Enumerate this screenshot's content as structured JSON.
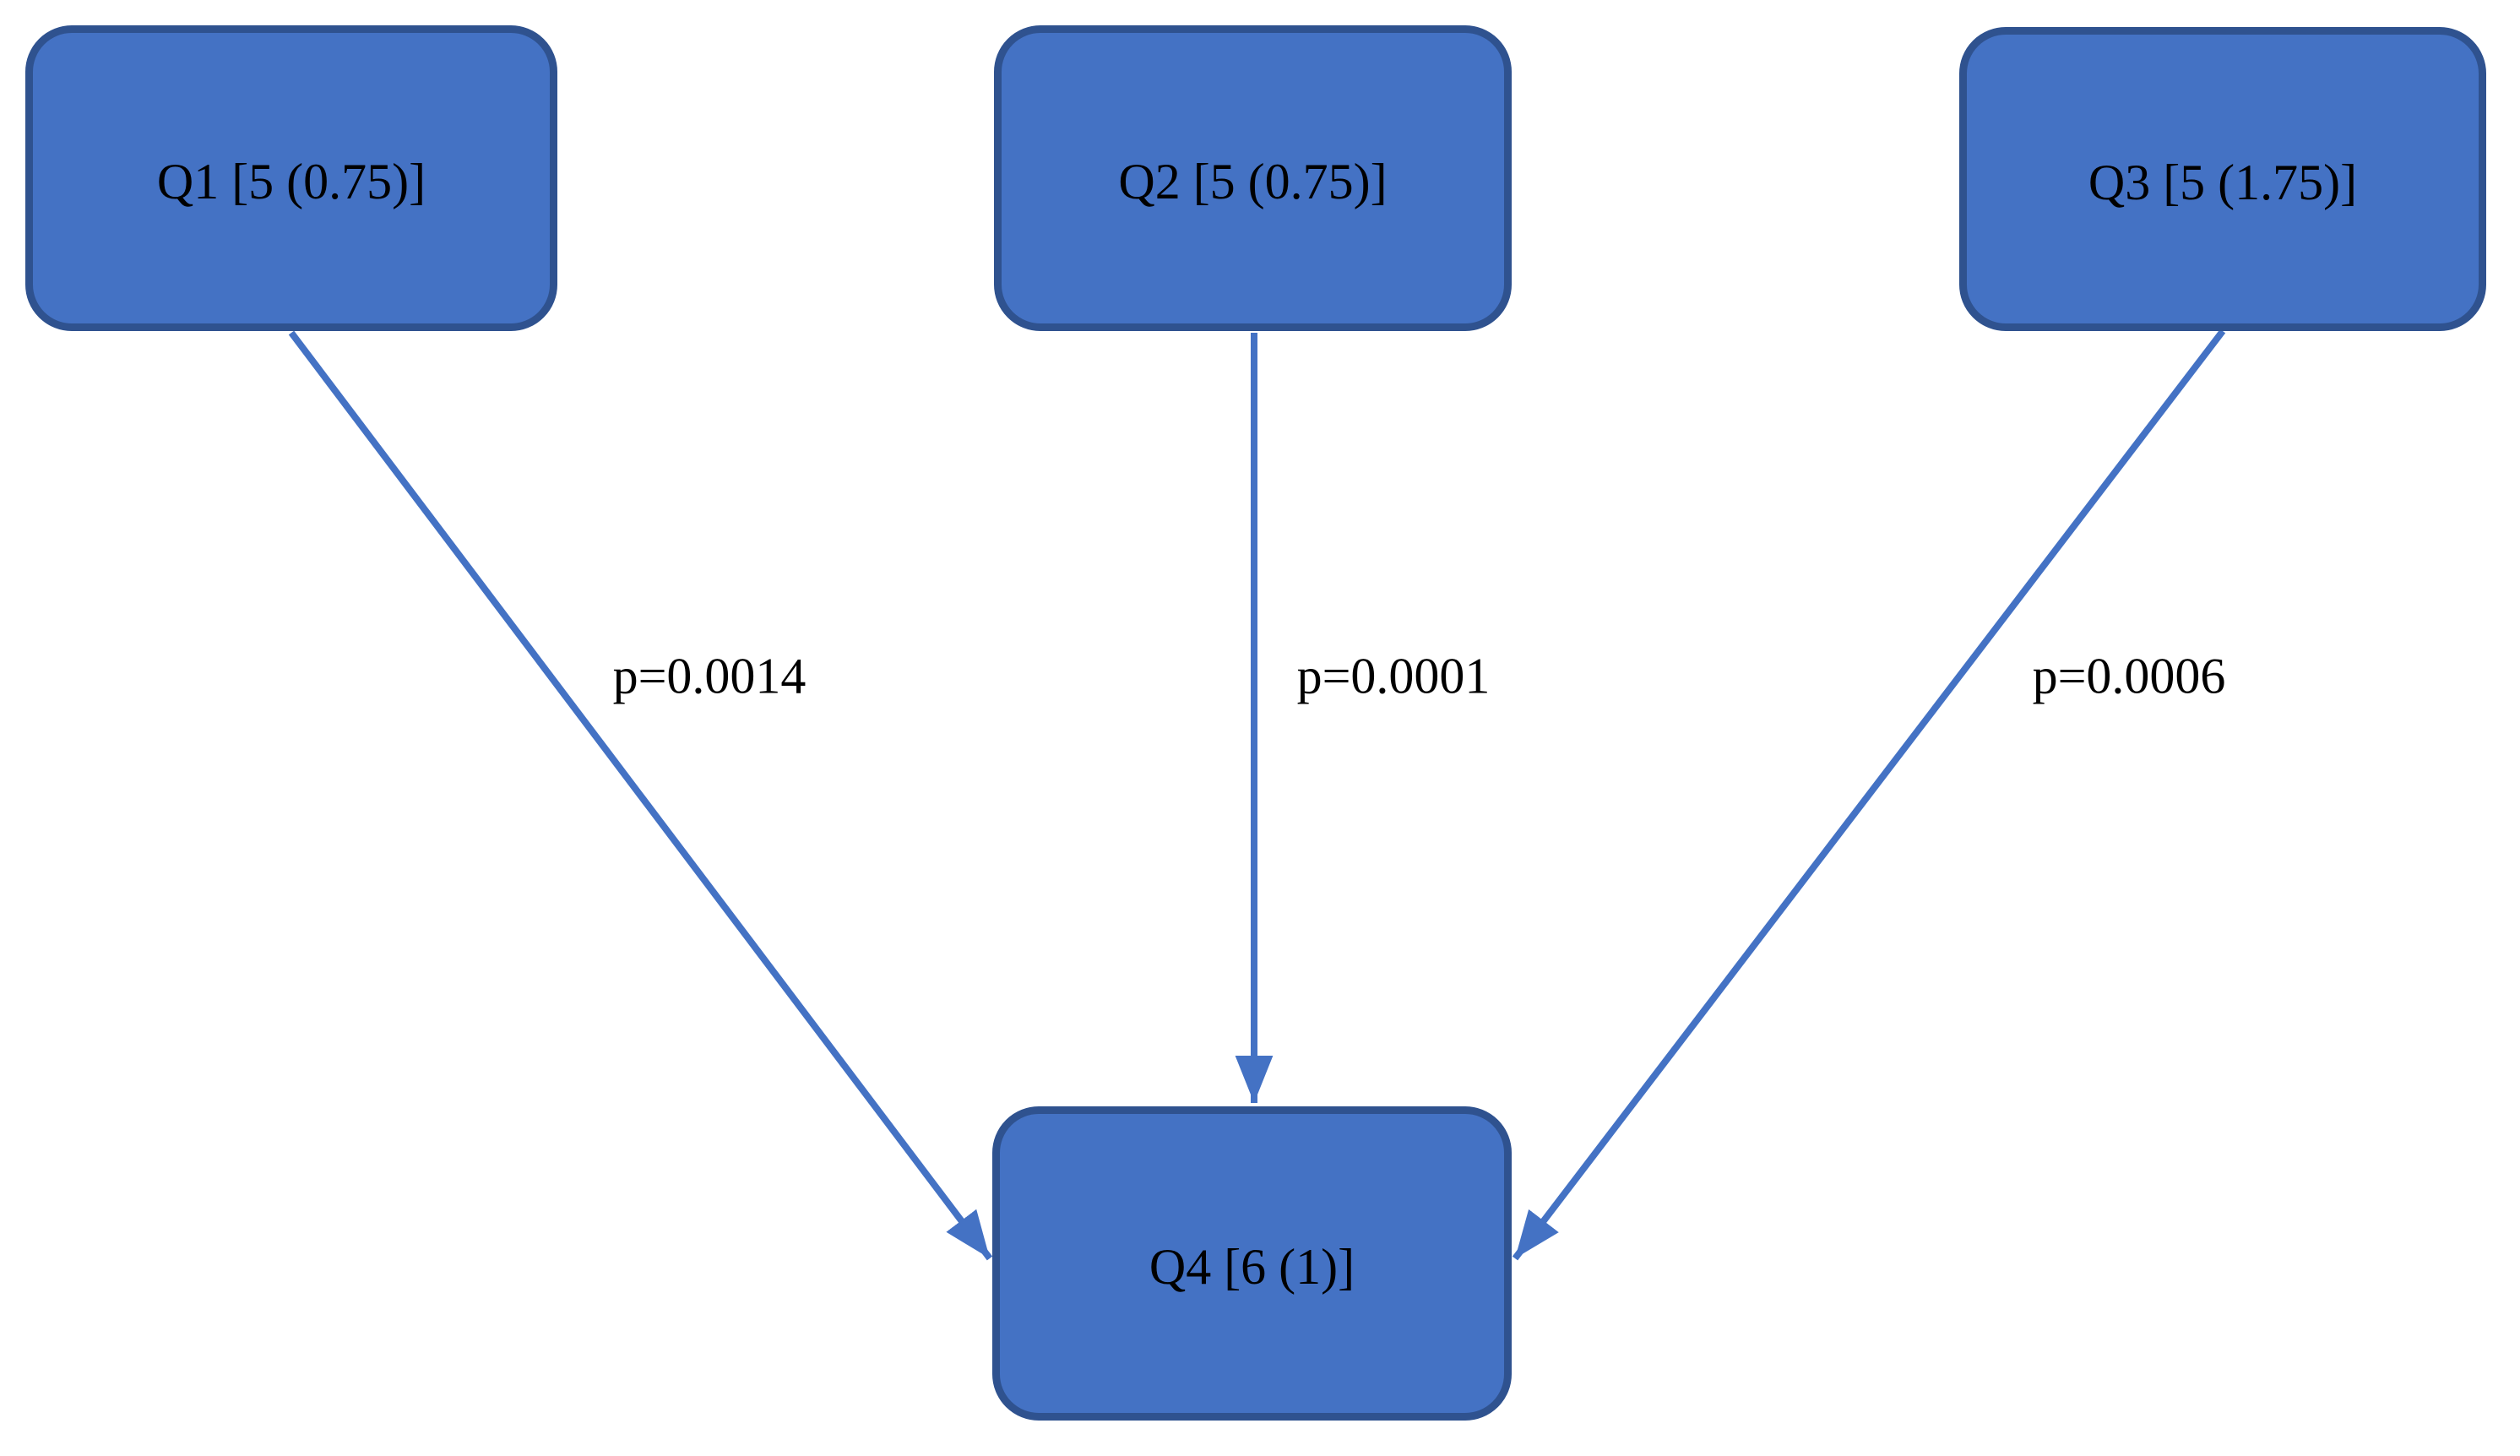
{
  "diagram": {
    "title": "",
    "colors": {
      "node_fill": "#4472c4",
      "node_border": "#2f528f",
      "arrow": "#4472c4",
      "text": "#000000",
      "background": "#ffffff"
    },
    "nodes": [
      {
        "id": "q1",
        "label": "Q1 [5 (0.75)]"
      },
      {
        "id": "q2",
        "label": "Q2 [5 (0.75)]"
      },
      {
        "id": "q3",
        "label": "Q3 [5 (1.75)]"
      },
      {
        "id": "q4",
        "label": "Q4 [6 (1)]"
      }
    ],
    "edges": [
      {
        "from": "q1",
        "to": "q4",
        "label": "p=0.0014"
      },
      {
        "from": "q2",
        "to": "q4",
        "label": "p=0.0001"
      },
      {
        "from": "q3",
        "to": "q4",
        "label": "p=0.0006"
      }
    ]
  }
}
